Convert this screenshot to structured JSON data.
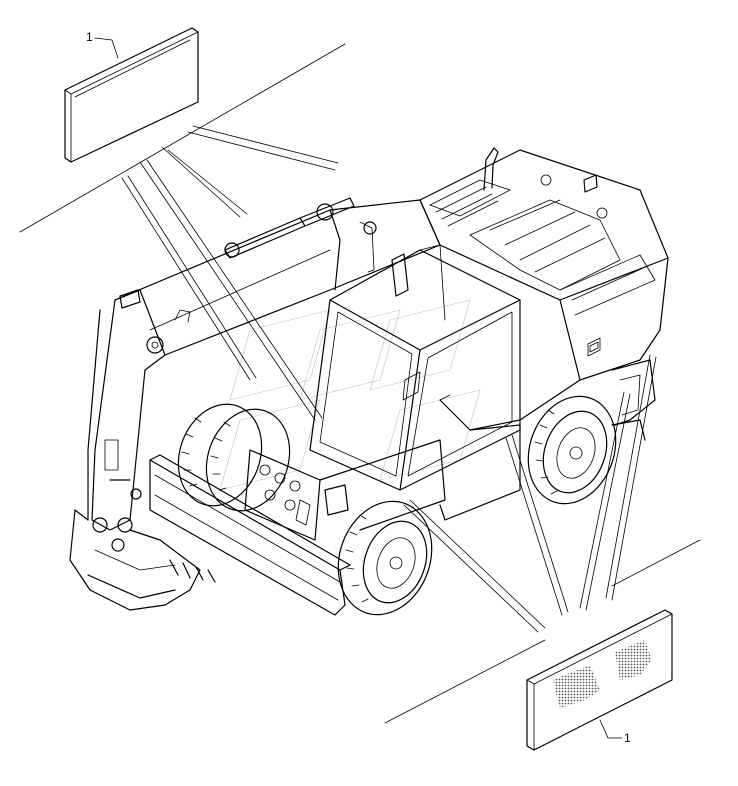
{
  "callouts": [
    {
      "id": "callout-top",
      "label": "1"
    },
    {
      "id": "callout-bottom",
      "label": "1"
    }
  ],
  "colors": {
    "line": "#000000",
    "background": "#ffffff",
    "decal_fill": "#b4b4b4"
  }
}
